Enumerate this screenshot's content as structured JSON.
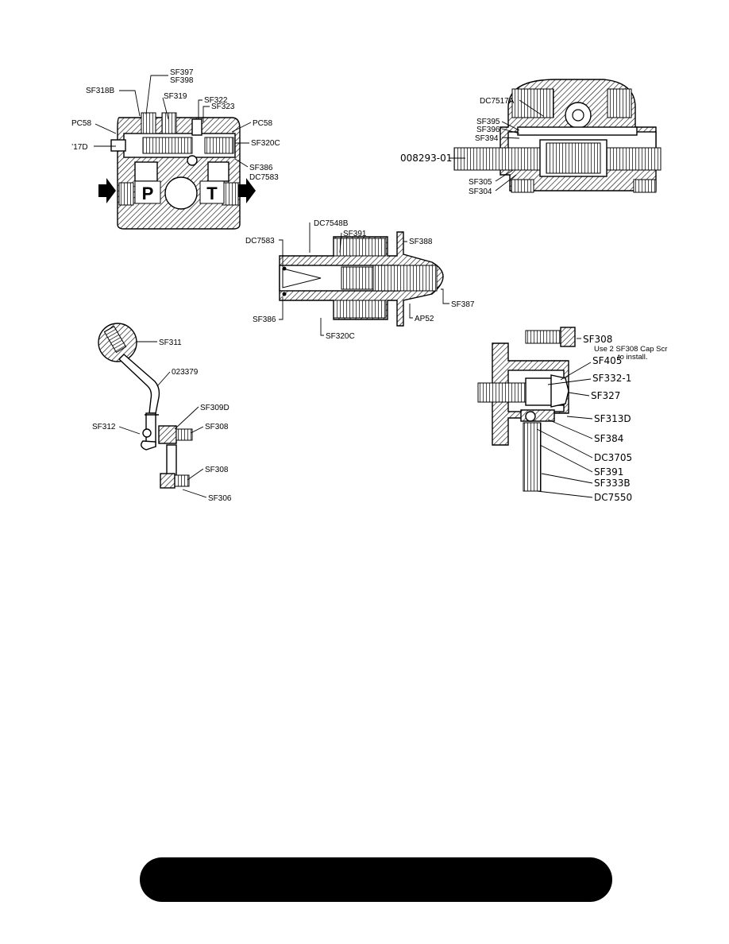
{
  "valve_body": {
    "labels": [
      "SF397",
      "SF398",
      "SF318B",
      "SF319",
      "SF322",
      "SF323",
      "PC58",
      "PC58",
      "’17D",
      "SF320C",
      "SF386",
      "DC7583"
    ],
    "ports": {
      "pressure": "P",
      "tank": "T"
    }
  },
  "spool_section": {
    "labels": [
      "DC7517A",
      "SF395",
      "SF396",
      "SF394",
      "008293-01",
      "SF305",
      "SF304"
    ]
  },
  "relief_valve": {
    "labels": [
      "DC7548B",
      "SF391",
      "SF388",
      "DC7583",
      "SF387",
      "SF386",
      "AP52",
      "SF320C"
    ]
  },
  "handle": {
    "labels": [
      "SF311",
      "023379",
      "SF309D",
      "SF312",
      "SF308",
      "SF308",
      "SF306"
    ]
  },
  "detent": {
    "labels": [
      "SF308",
      "SF405",
      "SF332-1",
      "SF327",
      "SF313D",
      "SF384",
      "DC3705",
      "SF391",
      "SF333B",
      "DC7550"
    ],
    "note_line1": "Use 2 SF308 Cap Scr",
    "note_line2": "to install."
  },
  "footer": {
    "text": ""
  }
}
